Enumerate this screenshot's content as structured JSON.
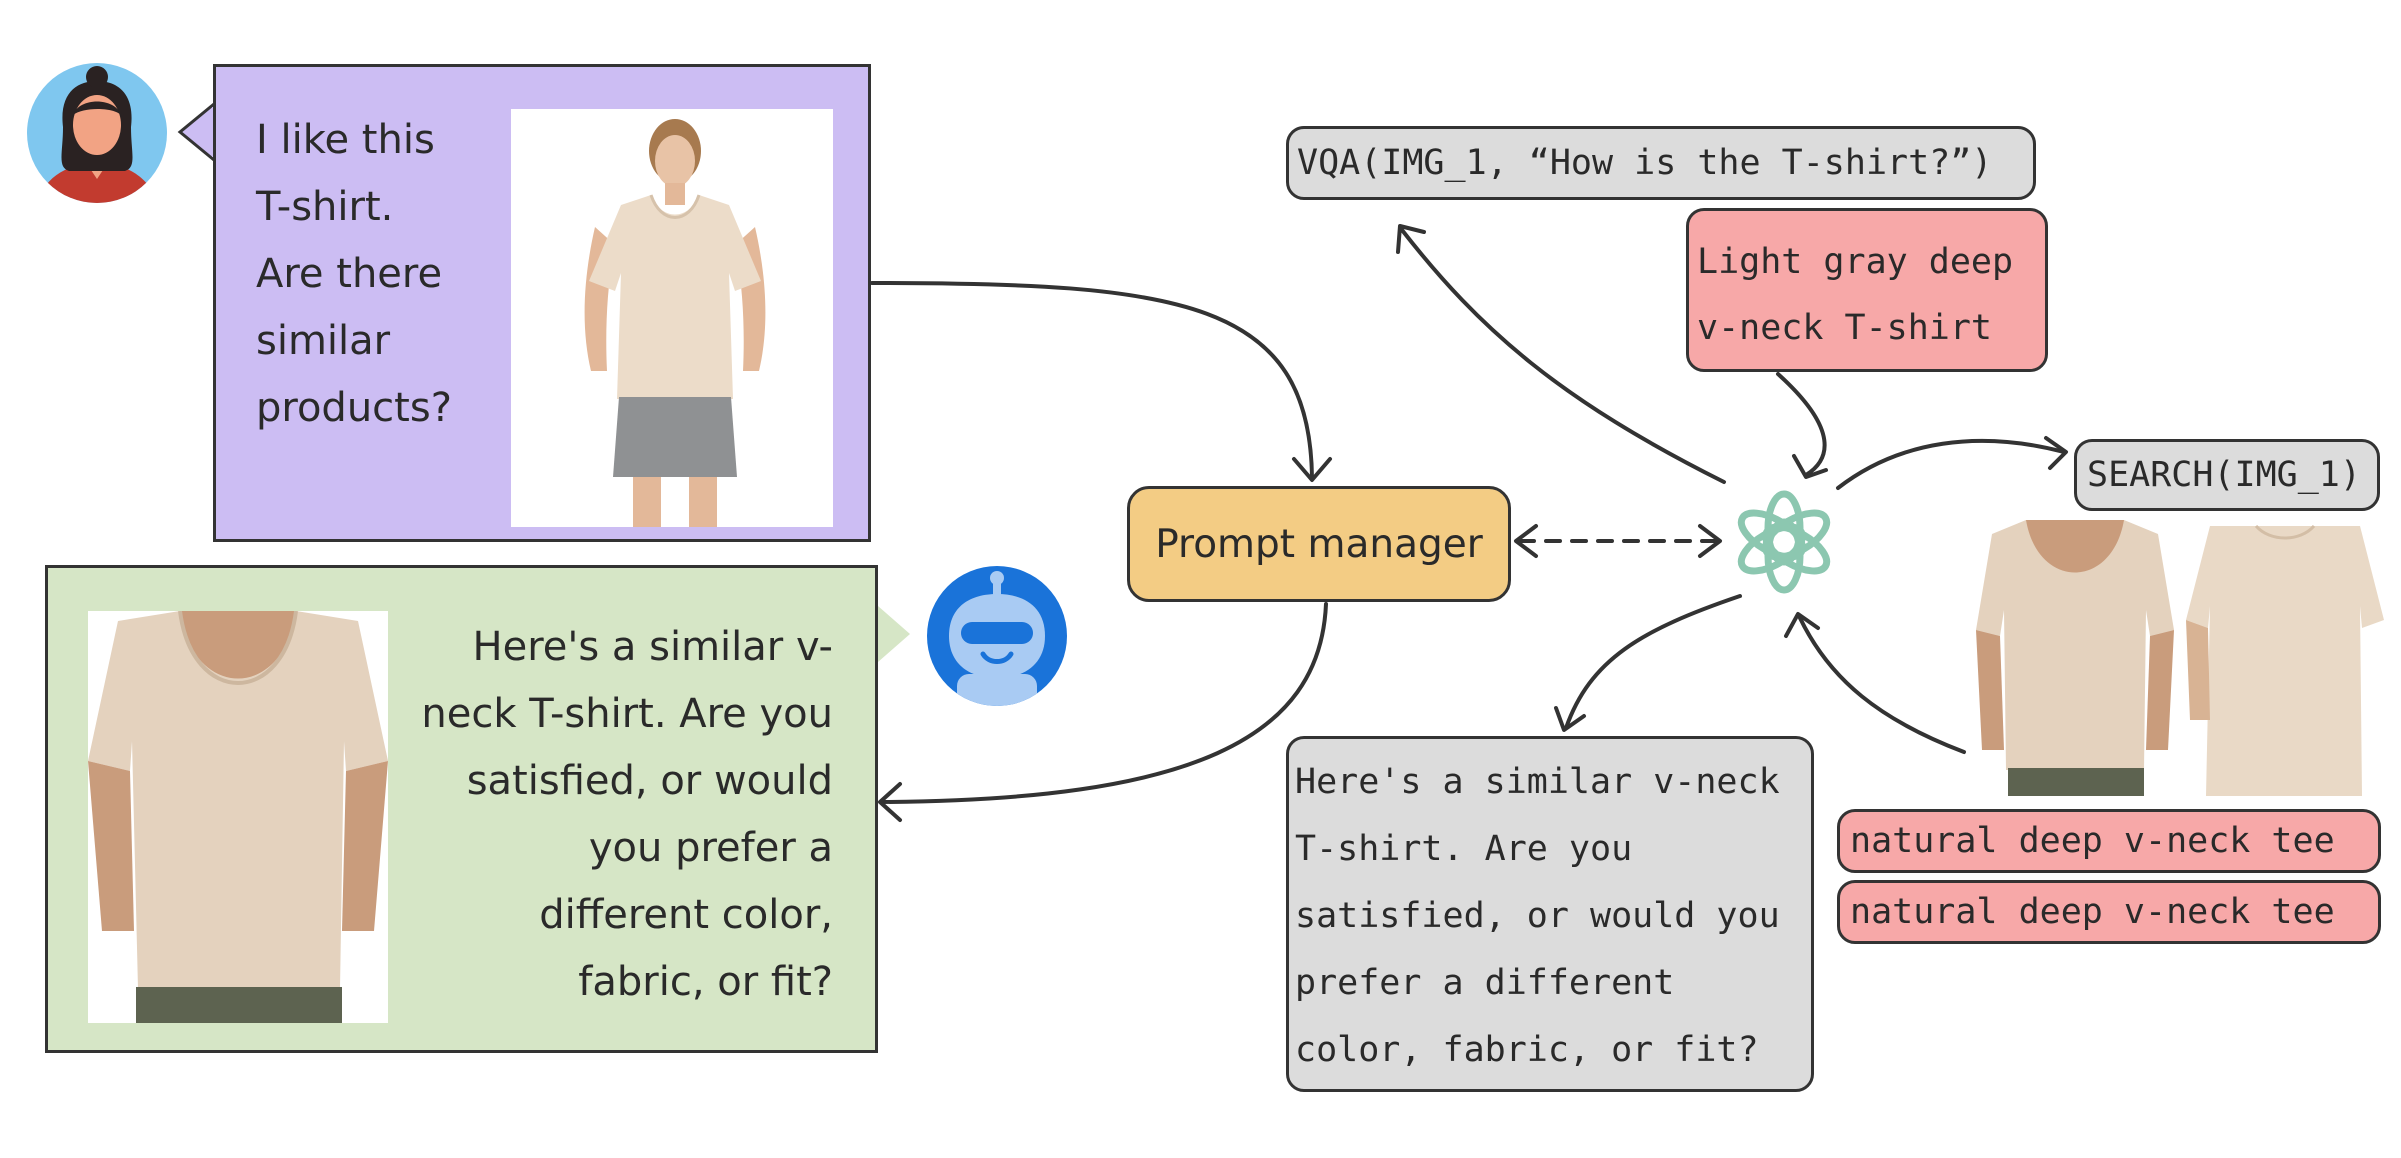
{
  "user_message": {
    "lines": [
      "I like this",
      "T-shirt.",
      "Are there",
      "similar",
      "products?"
    ]
  },
  "bot_message": {
    "lines": [
      "Here's a similar v-",
      "neck T-shirt. Are you",
      "satisfied, or would",
      "you prefer a",
      "different color,",
      "fabric, or fit?"
    ]
  },
  "prompt_manager": {
    "label": "Prompt manager"
  },
  "vqa_call": {
    "text": "VQA(IMG_1, “How is the T-shirt?”)"
  },
  "vqa_result": {
    "lines": [
      "Light gray deep",
      "v-neck T-shirt"
    ]
  },
  "search_call": {
    "text": "SEARCH(IMG_1)"
  },
  "search_results": [
    {
      "label": "natural deep v-neck tee"
    },
    {
      "label": "natural deep v-neck tee"
    }
  ],
  "llm_reply": {
    "lines": [
      "Here's a similar v-neck",
      "T-shirt. Are you",
      "satisfied, or would you",
      "prefer a different",
      "color, fabric, or fit?"
    ]
  },
  "icons": {
    "user": "user-avatar-icon",
    "bot": "robot-avatar-icon",
    "llm": "openai-logo-icon"
  },
  "colors": {
    "user_bubble": "#ccbdf3",
    "bot_bubble": "#d6e6c6",
    "prompt_manager": "#f3cc84",
    "code_gray": "#dcdcdc",
    "result_pink": "#f7a8a8",
    "llm_logo": "#8cc7b0"
  }
}
